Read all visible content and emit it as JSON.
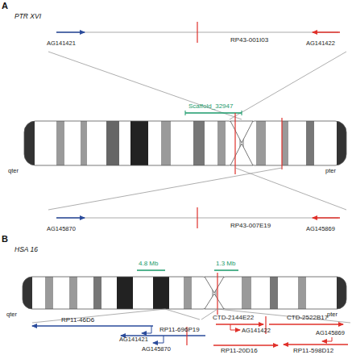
{
  "diagram": {
    "labels": [
      "A",
      "PTR XVI",
      "AG141421",
      "RP43-001I03",
      "AG141422",
      "Scaffold_32947",
      "qter",
      "pter",
      "AG145870",
      "RP43-007E19",
      "AG145869",
      "B",
      "HSA 16",
      "4.8 Mb",
      "1.3 Mb",
      "qter",
      "pter",
      "RP11-46D6",
      "AG141421",
      "RP11-696P19",
      "AG145870",
      "CTD-2144E22",
      "AG141422",
      "CTD-2522B17",
      "RP11-20D16",
      "AG145869",
      "RP11-598D12"
    ]
  }
}
